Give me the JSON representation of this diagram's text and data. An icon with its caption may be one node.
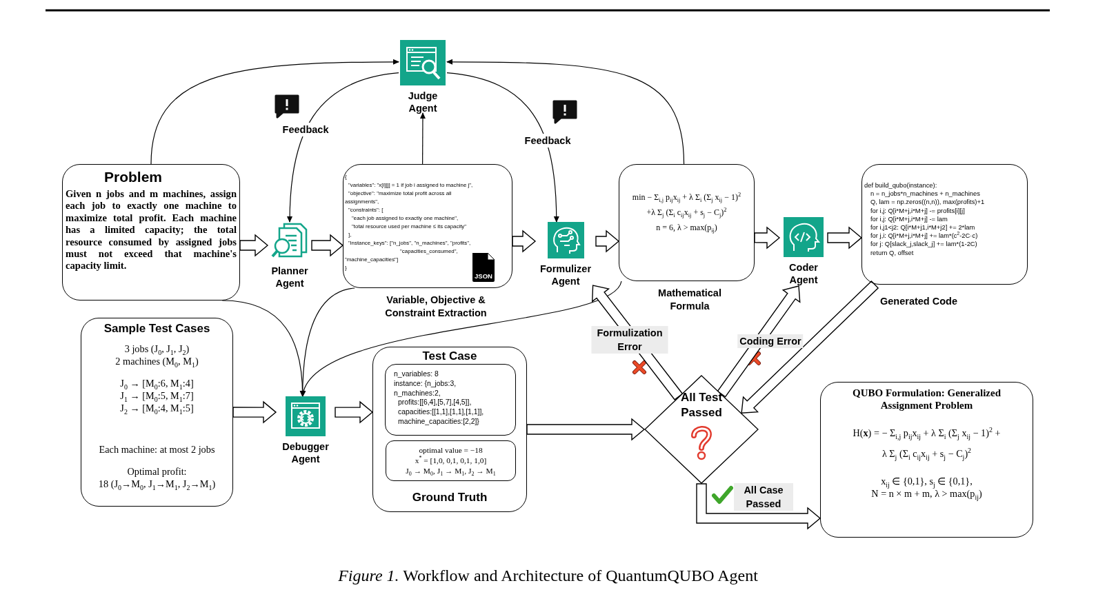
{
  "diagram": {
    "caption": "*Figure 1.* Workflow and Architecture of QuantumQUBO Agent",
    "nodes": [
      {
        "text": [
          "Judge Agent"
        ]
      },
      {
        "text": [
          "Problem",
          "Given n jobs and m machines, assign each job to exactly one machine to maximize total profit. Each machine has a limited capacity; the total resource consumed by assigned jobs must not exceed that machine's capacity limit."
        ]
      },
      {
        "text": [
          "Planner Agent"
        ]
      },
      {
        "text": [
          "{",
          "\"variables\": \"x[i][j] = 1 if job i assigned to machine j\",",
          "\"objective\": \"maximize total profit across all",
          "assignments\",",
          "\"constraints\": [",
          "\"each job assigned to exactly one machine\",",
          "\"total resource used per machine ≤ its capacity\"",
          "],",
          "\"instance_keys\": [\"n_jobs\", \"n_machines\", \"profits\",",
          "\"capacities_consumed\",",
          "\"machine_capacities\"]",
          "}"
        ],
        "beside": [
          "Variable, Objective & Constraint Extraction"
        ]
      },
      {
        "text": [
          "Formulizer Agent"
        ]
      },
      {
        "text": [
          "min − Σ$_{i,j}$ p$_{ij}$x$_{ij}$ + λ Σ$_{i}$ (Σ$_{j}$ x$_{ij}$ − 1)$^{2}$",
          "+λ Σ$_{j}$ (Σ$_{i}$ c$_{ij}$x$_{ij}$ + s$_{j}$ − C$_{j}$)$^{2}$",
          "n = 6,    λ > max(p$_{ij}$)"
        ],
        "beside": [
          "Mathematical Formula"
        ]
      },
      {
        "text": [
          "Coder Agent"
        ]
      },
      {
        "text": [
          "def build_qubo(instance):",
          "n = n_jobs*n_machines + n_machines",
          "Q, lam = np.zeros((n,n)), max(profits)+1",
          "for i,j: Q[i*M+j,i*M+j] -= profits[i][j]",
          "for i,j: Q[i*M+j,i*M+j] -= lam",
          "for i,j1<j2: Q[i*M+j1,i*M+j2] += 2*lam",
          "for j,i: Q[i*M+j,i*M+j] += lam*(c$^{2}$-2C·c)",
          "for j: Q[slack_j,slack_j] += lam*(1-2C)",
          "return Q, offset"
        ],
        "beside": [
          "Generated Code"
        ]
      },
      {
        "text": [
          "Sample Test Cases",
          "3 jobs (J$_{0}$, J$_{1}$, J$_{2}$)",
          "2 machines (M$_{0}$, M$_{1}$)",
          "J$_{0}$ → [M$_{0}$:6,  M$_{1}$:4]",
          "J$_{1}$ → [M$_{0}$:5,  M$_{1}$:7]",
          "J$_{2}$ → [M$_{0}$:4,  M$_{1}$:5]",
          "Each machine: at most 2 jobs",
          "Optimal profit:",
          "18 (J$_{0}$→M$_{0}$,  J$_{1}$→M$_{1}$,  J$_{2}$→M$_{1}$)"
        ]
      },
      {
        "text": [
          "Debugger Agent"
        ]
      },
      {
        "text": [
          "Test Case",
          "Ground Truth"
        ]
      },
      {
        "text": [
          "n_variables: 8",
          "instance: {n_jobs:3,",
          "n_machines:2,",
          "profits:[[6,4],[5,7],[4,5]],",
          "capacities:[[1,1],[1,1],[1,1]],",
          "machine_capacities:[2,2]}"
        ],
        "in": 10
      },
      {
        "text": [
          "optimal value = −18",
          "x$^{*}$ = [1,0,  0,1,  0,1,  1,0]",
          "J$_{0}$ → M$_{0}$,    J$_{1}$ → M$_{1}$,    J$_{2}$ → M$_{1}$"
        ],
        "in": 10
      },
      {
        "text": [
          "All Test Passed"
        ]
      },
      {
        "text": [
          "QUBO Formulation: Generalized Assignment Problem",
          "H(**x**) = − Σ$_{i,j}$ p$_{ij}$x$_{ij}$ + λ Σ$_{i}$ (Σ$_{j}$ x$_{ij}$ − 1)$^{2}$ +",
          "λ Σ$_{j}$ (Σ$_{i}$ c$_{ij}$x$_{ij}$ + s$_{j}$ − C$_{j}$)$^{2}$",
          "x$_{ij}$ ∈ {0,1},    s$_{j}$ ∈ {0,1},",
          "N = n × m + m,    λ > max(p$_{ij}$)"
        ]
      }
    ],
    "edges": [
      {
        "from": 1,
        "to": 0,
        "arrow": "to"
      },
      {
        "from": 0,
        "to": 2,
        "arrow": "to",
        "label": "Feedback"
      },
      {
        "from": 3,
        "to": 0,
        "arrow": "to"
      },
      {
        "from": 0,
        "to": 4,
        "arrow": "to",
        "label": "Feedback"
      },
      {
        "from": 5,
        "to": 0,
        "arrow": "to"
      },
      {
        "from": 1,
        "to": 2,
        "arrow": "to",
        "style": "thick"
      },
      {
        "from": 2,
        "to": 3,
        "arrow": "to",
        "style": "thick"
      },
      {
        "from": 3,
        "to": 4,
        "arrow": "to",
        "style": "thick"
      },
      {
        "from": 4,
        "to": 5,
        "arrow": "to",
        "style": "thick"
      },
      {
        "from": 5,
        "to": 6,
        "arrow": "to",
        "style": "thick"
      },
      {
        "from": 6,
        "to": 7,
        "arrow": "to",
        "style": "thick"
      },
      {
        "from": 1,
        "to": 9,
        "arrow": "to"
      },
      {
        "from": 3,
        "to": 9,
        "arrow": "to"
      },
      {
        "from": 5,
        "to": 9,
        "arrow": "to"
      },
      {
        "from": 8,
        "to": 9,
        "arrow": "to",
        "style": "thick"
      },
      {
        "from": 9,
        "to": 10,
        "arrow": "to",
        "style": "thick"
      },
      {
        "from": 10,
        "to": 13,
        "arrow": "to",
        "style": "thick"
      },
      {
        "from": 13,
        "to": 4,
        "arrow": "to",
        "style": "thick",
        "label": "Formulization Error"
      },
      {
        "from": 13,
        "to": 6,
        "arrow": "to",
        "style": "thick",
        "label": "Coding Error"
      },
      {
        "from": 7,
        "to": 13,
        "arrow": "to",
        "style": "thick"
      },
      {
        "from": 13,
        "to": 14,
        "arrow": "to",
        "style": "thick",
        "label": "All Case Passed"
      }
    ],
    "labels": [
      "JSON"
    ]
  }
}
